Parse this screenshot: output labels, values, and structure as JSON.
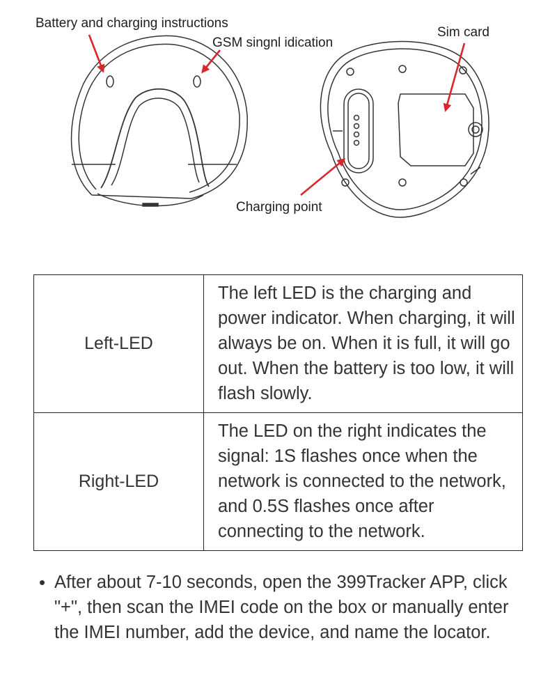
{
  "labels": {
    "battery": "Battery and charging instructions",
    "gsm": "GSM singnl idication",
    "sim": "Sim card",
    "charging": "Charging point"
  },
  "led_table": [
    {
      "name": "Left-LED",
      "description": "The left LED is the charging and power indicator. When charging, it will always be on. When it is full, it will go out. When the battery is too low, it will flash slowly."
    },
    {
      "name": "Right-LED",
      "description": "The LED on the right indicates the signal: 1S flashes once when the network is connected to the network, and 0.5S flashes once after connecting to the network."
    }
  ],
  "note": {
    "bullet": "•",
    "text": "After about 7-10 seconds, open the 399Tracker APP, click \"+\", then scan the IMEI code on the box or manually enter the IMEI number, add the device, and name the locator."
  },
  "colors": {
    "arrow": "#d8262a",
    "line": "#333333"
  }
}
